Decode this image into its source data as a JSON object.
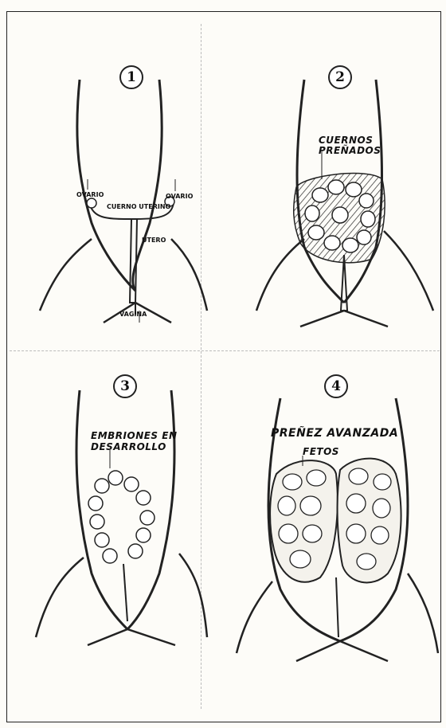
{
  "panels": {
    "p1": {
      "number": "1",
      "labels": {
        "left_ovary": "OVARIO",
        "right_ovary": "OVARIO",
        "uterine_horn": "CUERNO UTERINO",
        "uterus": "UTERO",
        "vagina": "VAGINA"
      }
    },
    "p2": {
      "number": "2",
      "labels": {
        "pregnant_horns": "CUERNOS PREÑADOS"
      }
    },
    "p3": {
      "number": "3",
      "labels": {
        "embryos": "EMBRIONES EN DESARROLLO"
      }
    },
    "p4": {
      "number": "4",
      "labels": {
        "advanced_pregnancy": "PREÑEZ AVANZADA",
        "fetuses": "FETOS"
      }
    }
  },
  "colors": {
    "ink": "#1a1a1a",
    "paper": "#fdfcf8"
  }
}
